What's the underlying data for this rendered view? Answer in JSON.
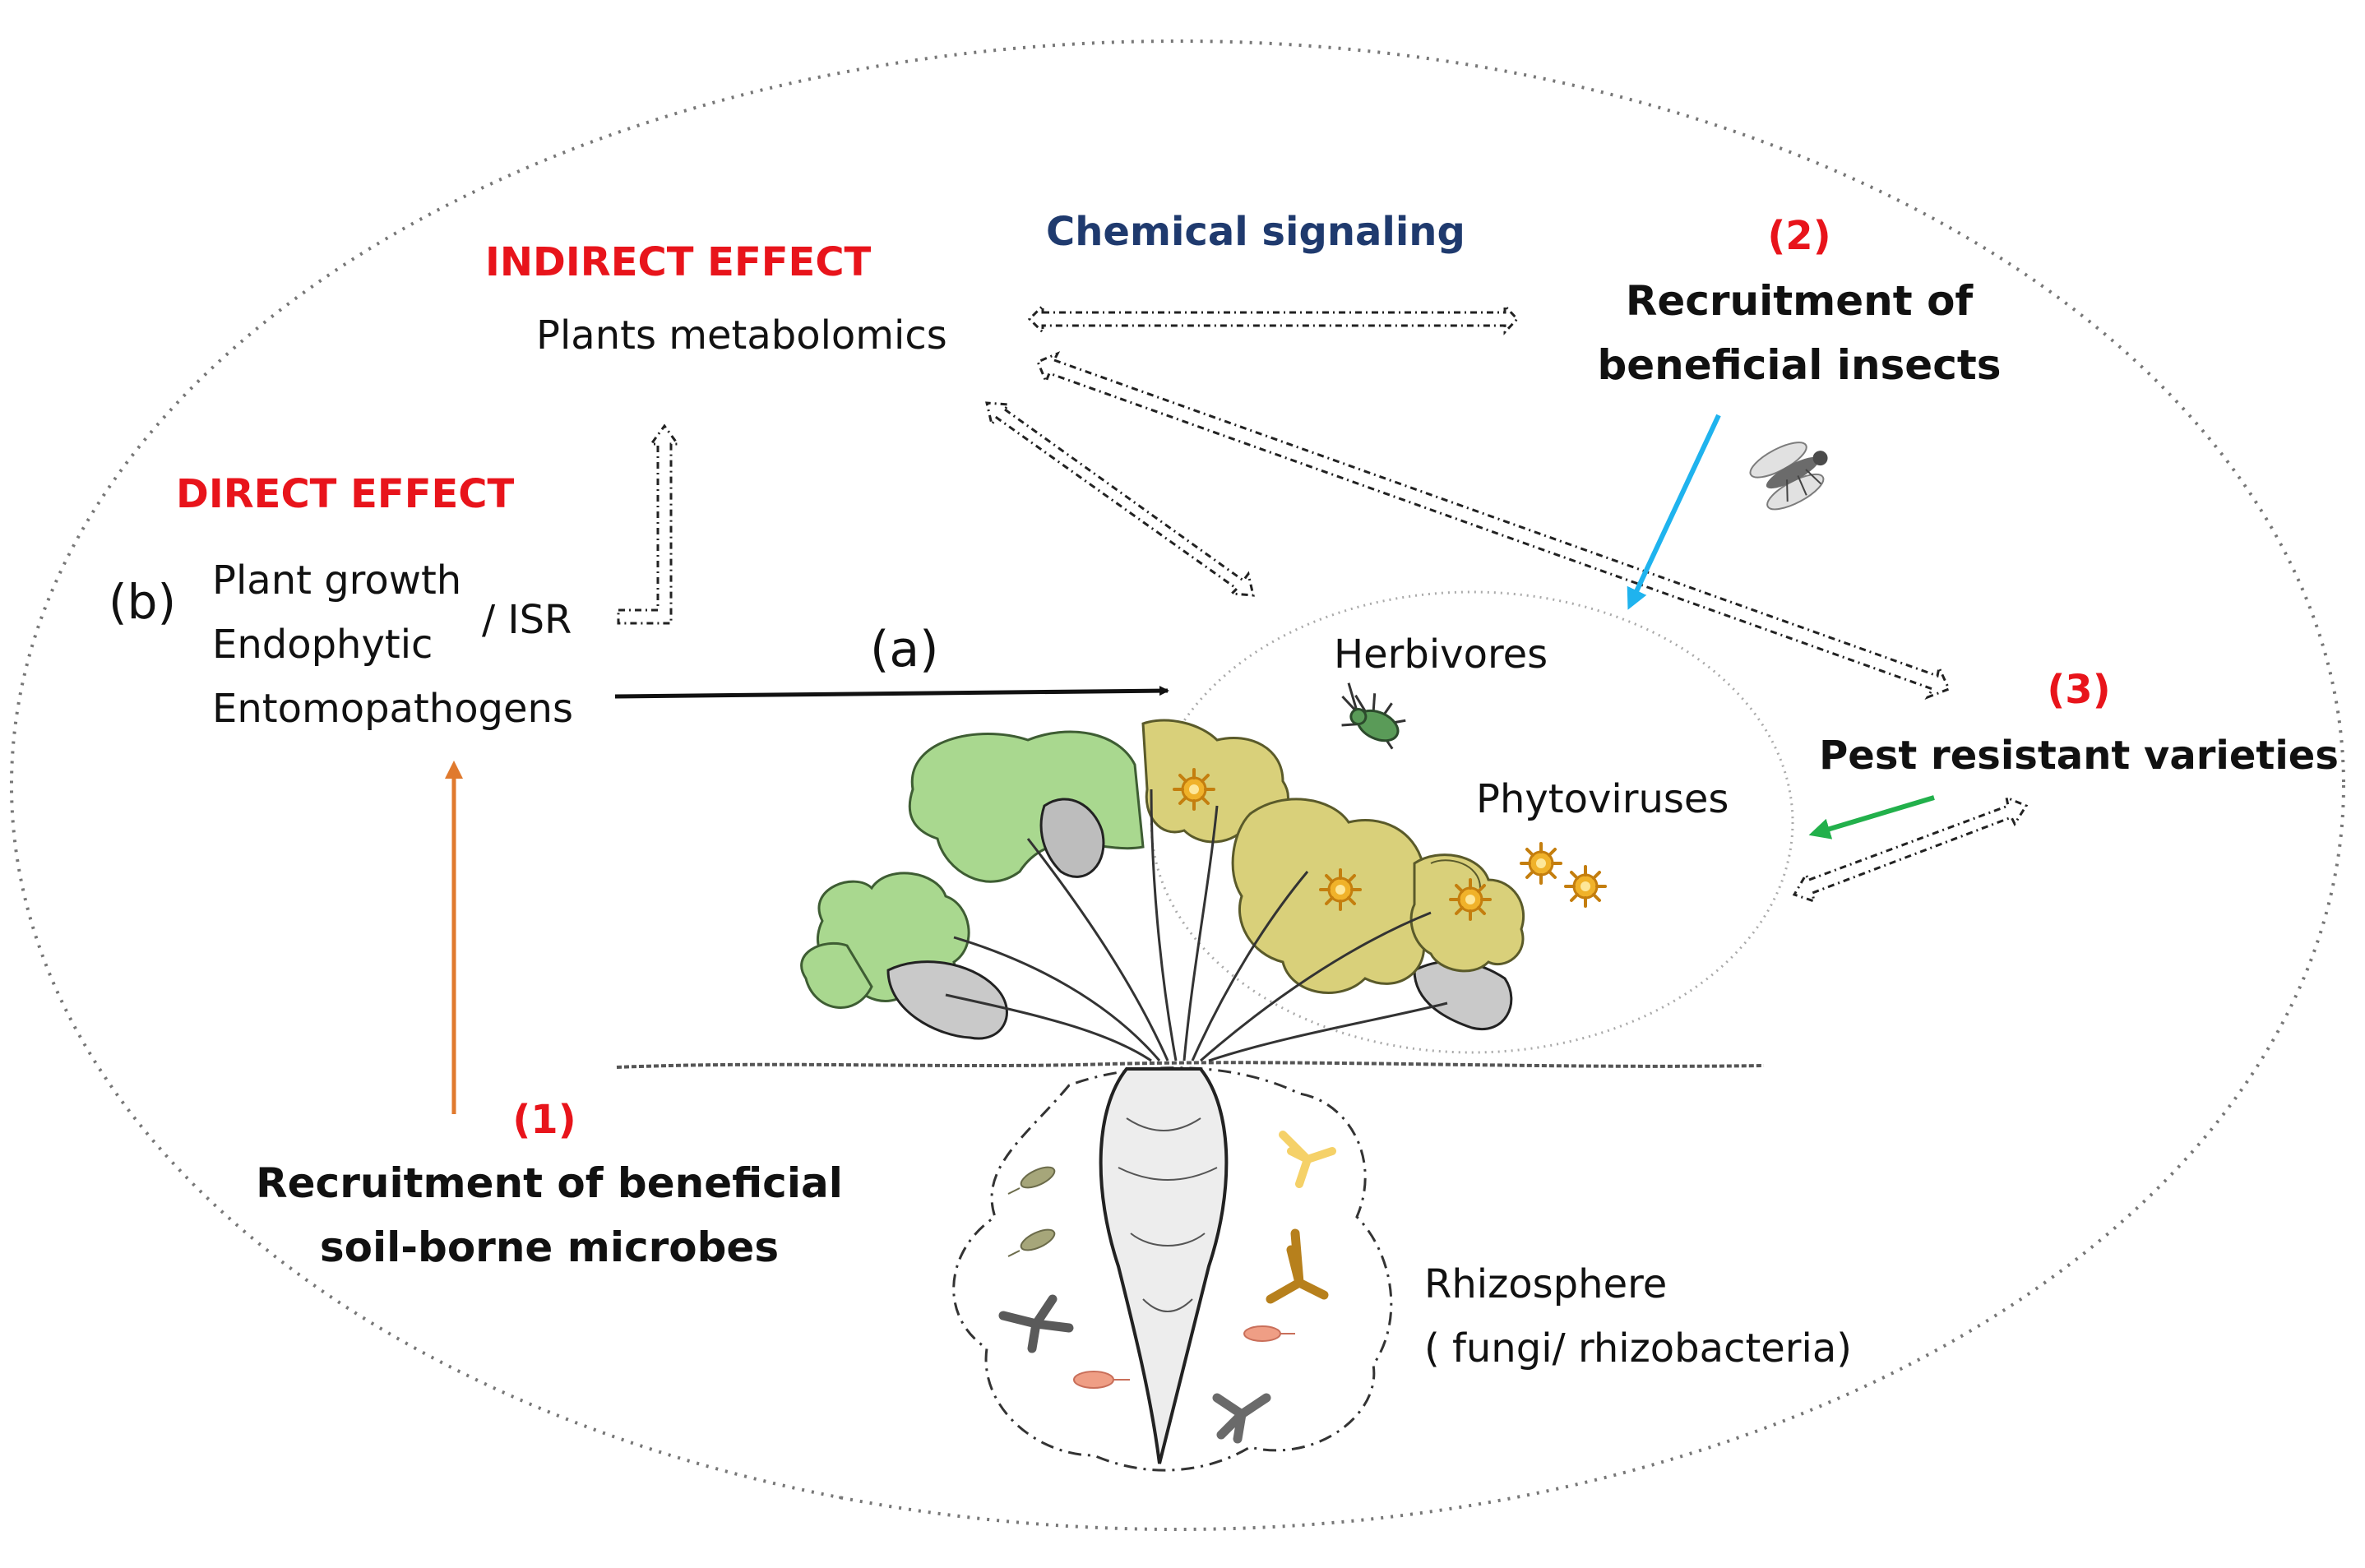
{
  "labels": {
    "indirect_effect": "INDIRECT EFFECT",
    "plants_metabolomics": "Plants metabolomics",
    "chemical_signaling": "Chemical signaling",
    "num_2": "(2)",
    "recruitment_insects_1": "Recruitment of",
    "recruitment_insects_2": "beneficial insects",
    "direct_effect": "DIRECT EFFECT",
    "b_marker": "(b)",
    "plant_growth": "Plant growth",
    "endophytic": "Endophytic",
    "entomopathogens": "Entomopathogens",
    "isr": "/ ISR",
    "a_marker": "(a)",
    "herbivores": "Herbivores",
    "phytoviruses": "Phytoviruses",
    "num_3": "(3)",
    "pest_resistant": "Pest resistant varieties",
    "num_1": "(1)",
    "recruitment_microbes_1": "Recruitment of beneficial",
    "recruitment_microbes_2": "soil-borne microbes",
    "rhizosphere": "Rhizosphere",
    "fungi_rhizobacteria": "( fungi/ rhizobacteria)"
  },
  "colors": {
    "red_heading": "#e8141b",
    "navy_heading": "#1f3a6e",
    "orange_arrow": "#e07a2e",
    "blue_arrow": "#1fb3ee",
    "green_arrow": "#22b04b",
    "leaf_green": "#a9d88f",
    "leaf_yellow": "#d9d07a",
    "virus_orange": "#e39a1c"
  }
}
